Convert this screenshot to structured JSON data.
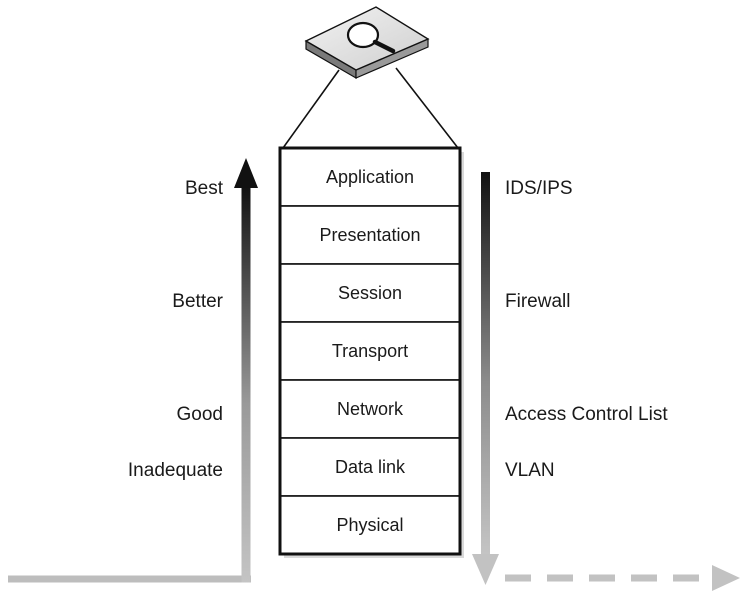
{
  "osi_layers": [
    "Application",
    "Presentation",
    "Session",
    "Transport",
    "Network",
    "Data link",
    "Physical"
  ],
  "quality_labels": {
    "best": "Best",
    "better": "Better",
    "good": "Good",
    "inadequate": "Inadequate"
  },
  "security_controls": {
    "ids_ips": "IDS/IPS",
    "firewall": "Firewall",
    "acl": "Access Control List",
    "vlan": "VLAN"
  },
  "icons": {
    "inspector": "magnifying-glass-icon"
  },
  "colors": {
    "arrow_dark": "#111111",
    "arrow_light": "#bdbdbd",
    "stack_border": "#111111",
    "text": "#1a1a1a"
  }
}
